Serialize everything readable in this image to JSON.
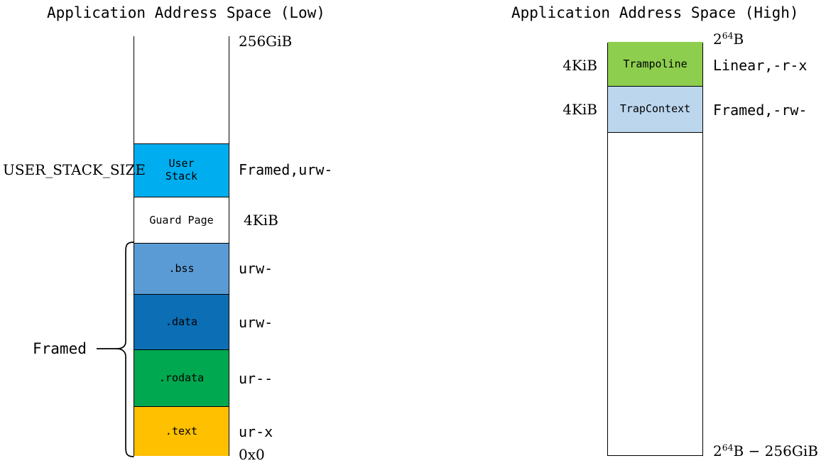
{
  "diagram": {
    "left": {
      "title": "Application Address Space (Low)",
      "top_address": "256GiB",
      "bottom_address": "0x0",
      "stack_size_label": "USER_STACK_SIZE",
      "brace_label": "Framed",
      "blocks": [
        {
          "name": "free-region",
          "label": "",
          "note": "",
          "color": "#ffffff"
        },
        {
          "name": "user-stack",
          "label": "User\nStack",
          "note": "Framed,urw-",
          "color": "#00aeef"
        },
        {
          "name": "guard-page",
          "label": "Guard Page",
          "note": "4KiB",
          "color": "#ffffff"
        },
        {
          "name": "bss",
          "label": ".bss",
          "note": "urw-",
          "color": "#5b9bd5"
        },
        {
          "name": "data",
          "label": ".data",
          "note": "urw-",
          "color": "#0c6eb4"
        },
        {
          "name": "rodata",
          "label": ".rodata",
          "note": "ur--",
          "color": "#00a94f"
        },
        {
          "name": "text",
          "label": ".text",
          "note": "ur-x",
          "color": "#ffc000"
        }
      ]
    },
    "right": {
      "title": "Application Address Space (High)",
      "top_address_base": "2",
      "top_address_exp": "64",
      "top_address_suffix": "B",
      "bottom_address_base": "2",
      "bottom_address_exp": "64",
      "bottom_address_suffix": "B − 256GiB",
      "blocks": [
        {
          "name": "trampoline",
          "label": "Trampoline",
          "size": "4KiB",
          "note": "Linear,-r-x",
          "color": "#8dce4e"
        },
        {
          "name": "trapcontext",
          "label": "TrapContext",
          "size": "4KiB",
          "note": "Framed,-rw-",
          "color": "#bcd6ee"
        },
        {
          "name": "free-region",
          "label": "",
          "size": "",
          "note": "",
          "color": "#ffffff"
        }
      ]
    }
  }
}
